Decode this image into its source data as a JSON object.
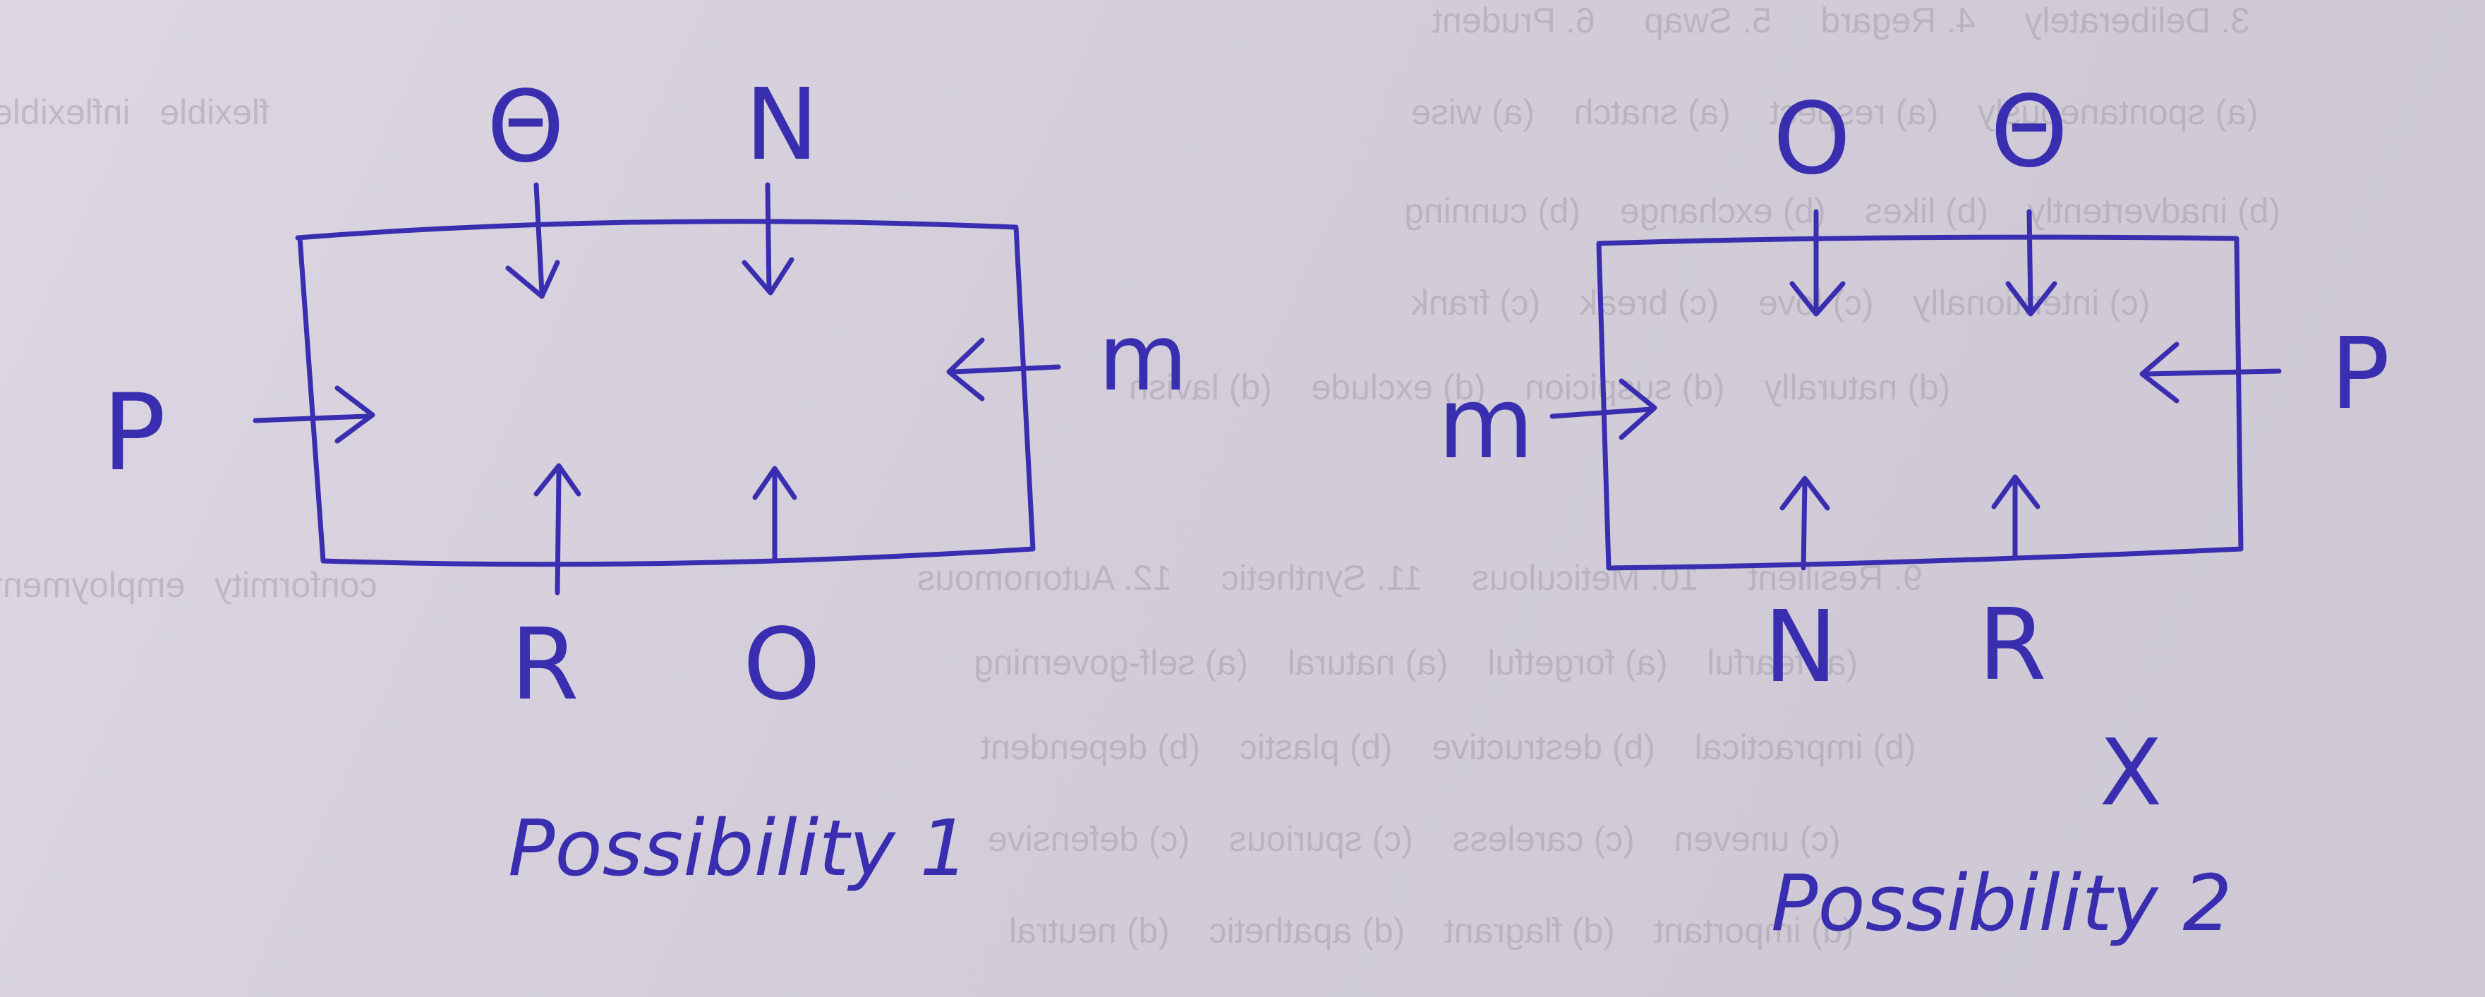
{
  "diagram": {
    "ink_color": "#3a2eb0",
    "possibility_1": {
      "caption": "Possibility 1",
      "top_left": "Θ",
      "top_right": "N",
      "left": "P",
      "right": "m",
      "bottom_left": "R",
      "bottom_right": "O"
    },
    "possibility_2": {
      "caption": "Possibility 2",
      "top_left": "O",
      "top_right": "Θ",
      "left": "m",
      "right": "P",
      "bottom_left": "N",
      "bottom_right": "R",
      "mark": "X"
    }
  }
}
